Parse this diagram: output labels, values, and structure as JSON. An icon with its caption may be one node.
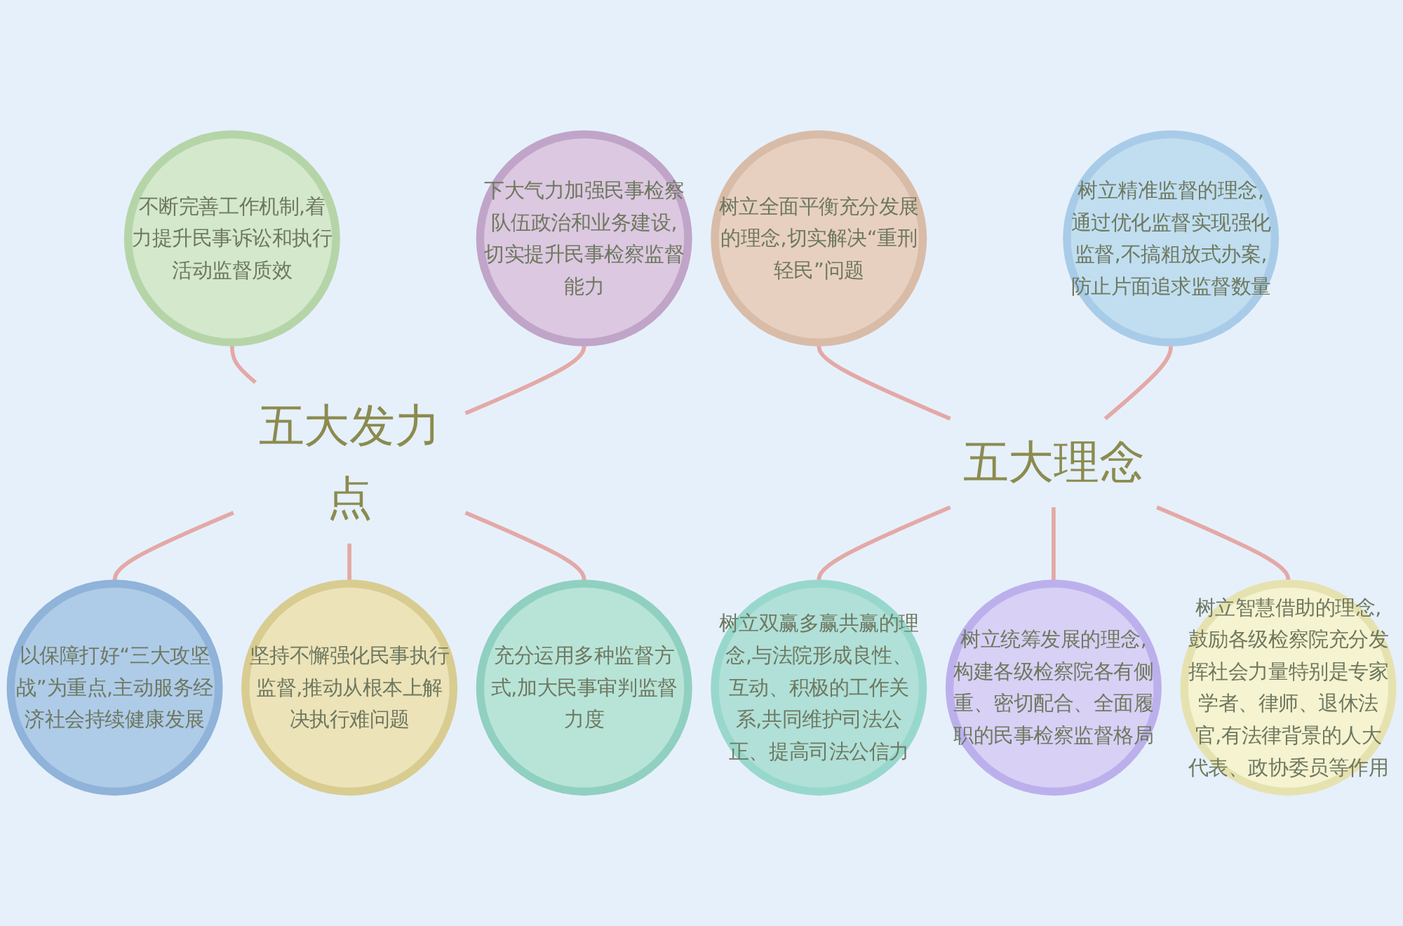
{
  "diagram": {
    "nodes": [
      {
        "text": [
          "五大发力点"
        ]
      },
      {
        "text": [
          "以保障打好“三大攻坚战”为重点,主动服务经济社会持续健康发展"
        ]
      },
      {
        "text": [
          "不断完善工作机制,着力提升民事诉讼和执行活动监督质效"
        ]
      },
      {
        "text": [
          "坚持不懈强化民事执行监督,推动从根本上解决执行难问题"
        ]
      },
      {
        "text": [
          "下大气力加强民事检察队伍政治和业务建设,切实提升民事检察监督能力"
        ]
      },
      {
        "text": [
          "充分运用多种监督方式,加大民事审判监督力度"
        ]
      },
      {
        "text": [
          "五大理念"
        ]
      },
      {
        "text": [
          "树立双赢多赢共赢的理念,与法院形成良性、互动、积极的工作关系,共同维护司法公正、提高司法公信力"
        ]
      },
      {
        "text": [
          "树立全面平衡充分发展的理念,切实解决“重刑轻民”问题"
        ]
      },
      {
        "text": [
          "树立统筹发展的理念,构建各级检察院各有侧重、密切配合、全面履职的民事检察监督格局"
        ]
      },
      {
        "text": [
          "树立精准监督的理念,通过优化监督实现强化监督,不搞粗放式办案,防止片面追求监督数量"
        ]
      },
      {
        "text": [
          "树立智慧借助的理念,鼓励各级检察院充分发挥社会力量特别是专家学者、律师、退休法官,有法律背景的人大代表、政协委员等作用"
        ]
      }
    ],
    "edges": [
      {
        "from": 2,
        "to": 0,
        "arrow": "none"
      },
      {
        "from": 4,
        "to": 0,
        "arrow": "none"
      },
      {
        "from": 0,
        "to": 1,
        "arrow": "none"
      },
      {
        "from": 0,
        "to": 3,
        "arrow": "none"
      },
      {
        "from": 0,
        "to": 5,
        "arrow": "none"
      },
      {
        "from": 8,
        "to": 6,
        "arrow": "none"
      },
      {
        "from": 10,
        "to": 6,
        "arrow": "none"
      },
      {
        "from": 6,
        "to": 7,
        "arrow": "none"
      },
      {
        "from": 6,
        "to": 9,
        "arrow": "none"
      },
      {
        "from": 6,
        "to": 11,
        "arrow": "none"
      }
    ]
  }
}
